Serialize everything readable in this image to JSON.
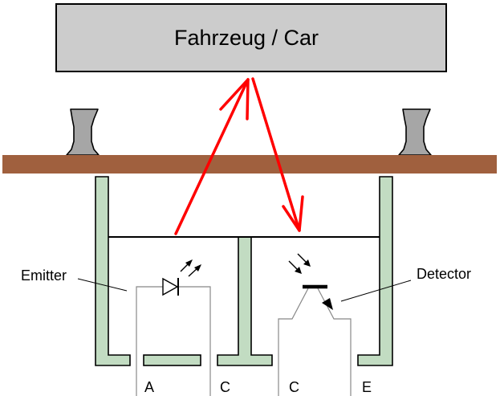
{
  "car": {
    "label": "Fahrzeug / Car"
  },
  "labels": {
    "emitter": "Emitter",
    "detector": "Detector"
  },
  "pins": {
    "emitter_anode": "A",
    "emitter_cathode": "C",
    "detector_collector": "C",
    "detector_emitter": "E"
  },
  "colors": {
    "car_fill": "#cccccc",
    "track_fill": "#a0603e",
    "housing_fill": "#c2dcc2",
    "rail_fill": "#a6a6a6",
    "beam": "#ff0000",
    "outline": "#000000"
  }
}
